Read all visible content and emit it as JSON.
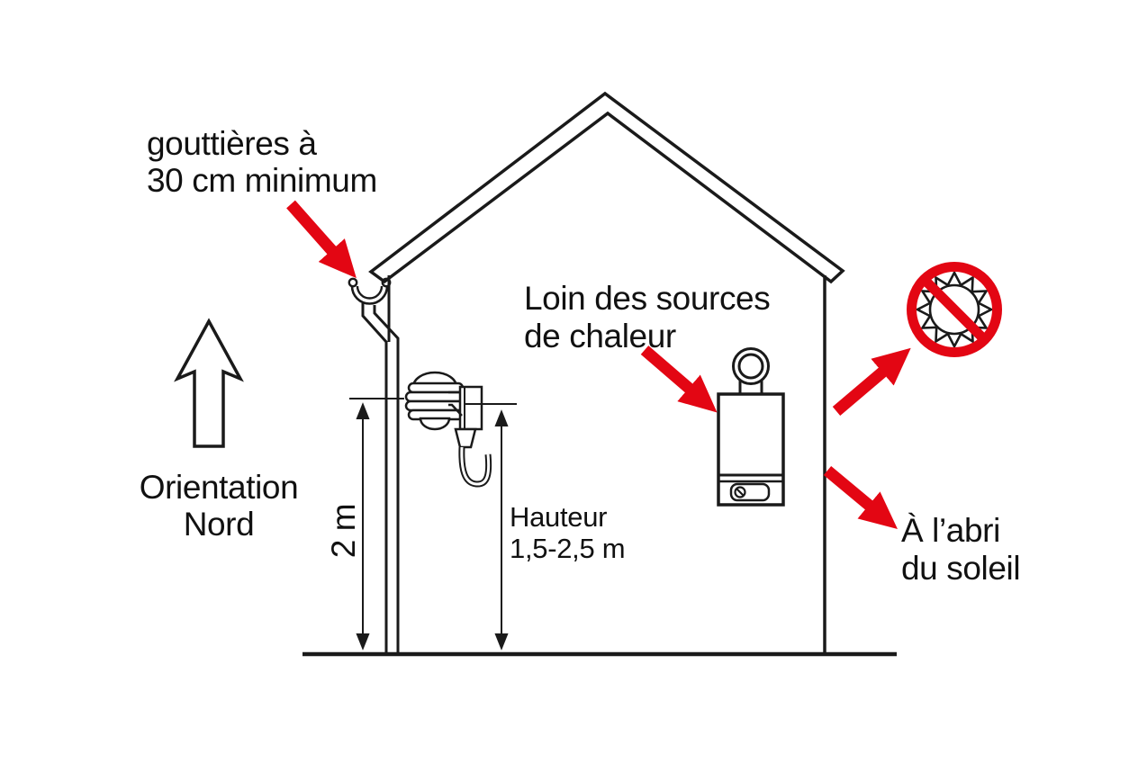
{
  "colors": {
    "ink": "#1a1a1a",
    "red": "#e30613",
    "background": "#ffffff"
  },
  "labels": {
    "gutter": {
      "line1": "gouttières à",
      "line2": "30 cm minimum"
    },
    "north": {
      "line1": "Orientation",
      "line2": "Nord"
    },
    "wall_height": "2 m",
    "mount_height": {
      "line1": "Hauteur",
      "line2": "1,5-2,5 m"
    },
    "heat": {
      "line1": "Loin des sources",
      "line2": "de chaleur"
    },
    "shade": {
      "line1": "À l’abri",
      "line2": "du soleil"
    }
  },
  "icons": {
    "north_arrow": "up-arrow-outline",
    "no_sun_sign": "prohibition-sign-over-sun",
    "callout_arrow": "red-pointer-arrow",
    "sensor": "outdoor-temperature-sensor",
    "boiler": "wall-hung-boiler-with-flue",
    "gutter": "gutter-profile",
    "house": "house-cross-section"
  }
}
